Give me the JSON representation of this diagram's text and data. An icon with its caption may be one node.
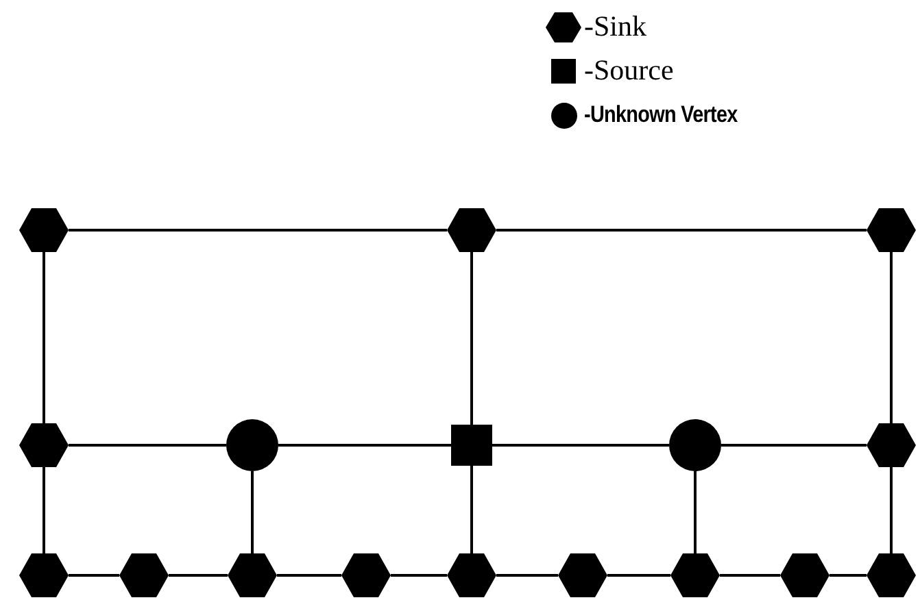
{
  "diagram": {
    "nodes": [
      {
        "text": [],
        "shape": "hexagon"
      },
      {
        "text": [],
        "shape": "hexagon"
      },
      {
        "text": [],
        "shape": "hexagon"
      },
      {
        "text": [],
        "shape": "hexagon"
      },
      {
        "text": [],
        "shape": "circle"
      },
      {
        "text": [],
        "shape": "box"
      },
      {
        "text": [],
        "shape": "circle"
      },
      {
        "text": [],
        "shape": "hexagon"
      },
      {
        "text": [],
        "shape": "hexagon"
      },
      {
        "text": [],
        "shape": "hexagon"
      },
      {
        "text": [],
        "shape": "hexagon"
      },
      {
        "text": [],
        "shape": "hexagon"
      },
      {
        "text": [],
        "shape": "hexagon"
      },
      {
        "text": [],
        "shape": "hexagon"
      },
      {
        "text": [],
        "shape": "hexagon"
      },
      {
        "text": [],
        "shape": "hexagon"
      },
      {
        "text": [],
        "shape": "hexagon"
      }
    ],
    "edges": [
      {
        "from": 0,
        "to": 1,
        "arrow": "none"
      },
      {
        "from": 1,
        "to": 2,
        "arrow": "none"
      },
      {
        "from": 0,
        "to": 3,
        "arrow": "none"
      },
      {
        "from": 1,
        "to": 5,
        "arrow": "none"
      },
      {
        "from": 2,
        "to": 7,
        "arrow": "none"
      },
      {
        "from": 3,
        "to": 4,
        "arrow": "none"
      },
      {
        "from": 4,
        "to": 5,
        "arrow": "none"
      },
      {
        "from": 5,
        "to": 6,
        "arrow": "none"
      },
      {
        "from": 6,
        "to": 7,
        "arrow": "none"
      },
      {
        "from": 3,
        "to": 8,
        "arrow": "none"
      },
      {
        "from": 4,
        "to": 10,
        "arrow": "none"
      },
      {
        "from": 5,
        "to": 12,
        "arrow": "none"
      },
      {
        "from": 6,
        "to": 14,
        "arrow": "none"
      },
      {
        "from": 7,
        "to": 16,
        "arrow": "none"
      },
      {
        "from": 8,
        "to": 9,
        "arrow": "none"
      },
      {
        "from": 9,
        "to": 10,
        "arrow": "none"
      },
      {
        "from": 10,
        "to": 11,
        "arrow": "none"
      },
      {
        "from": 11,
        "to": 12,
        "arrow": "none"
      },
      {
        "from": 12,
        "to": 13,
        "arrow": "none"
      },
      {
        "from": 13,
        "to": 14,
        "arrow": "none"
      },
      {
        "from": 14,
        "to": 15,
        "arrow": "none"
      },
      {
        "from": 15,
        "to": 16,
        "arrow": "none"
      }
    ],
    "legend": [
      {
        "text": "-Sink"
      },
      {
        "text": "-Source"
      },
      {
        "text": "-Unknown Vertex"
      }
    ]
  }
}
